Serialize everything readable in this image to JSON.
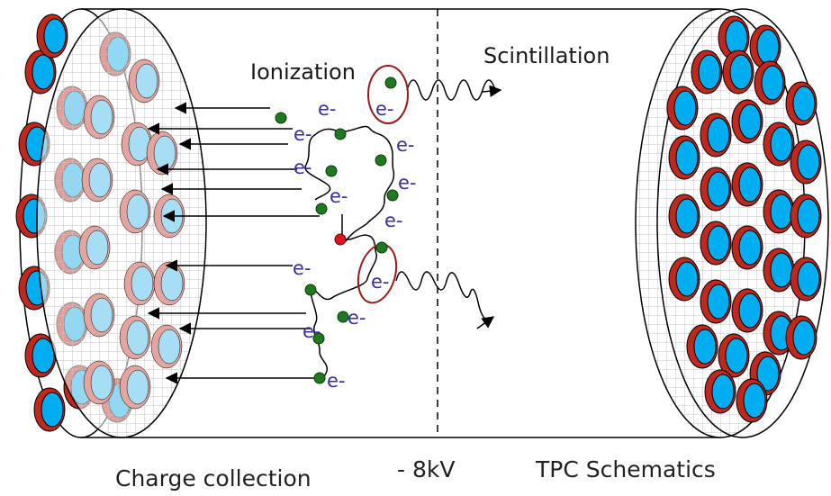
{
  "labels": {
    "ionization": "Ionization",
    "scintillation": "Scintillation",
    "charge_collection": "Charge collection",
    "voltage": "- 8kV",
    "tpc_schematics": "TPC Schematics"
  },
  "electron_label": "e-",
  "colors": {
    "pmt_fill": "#00aeef",
    "pmt_rim": "#c0281e",
    "pmt_fill_faded": "#a8def5",
    "pmt_rim_faded": "#e3a59d",
    "electron": "#1f7a1f",
    "ion": "#e0141c",
    "grid_line": "#bdbdbd",
    "label_blue": "#3a2f9c"
  }
}
